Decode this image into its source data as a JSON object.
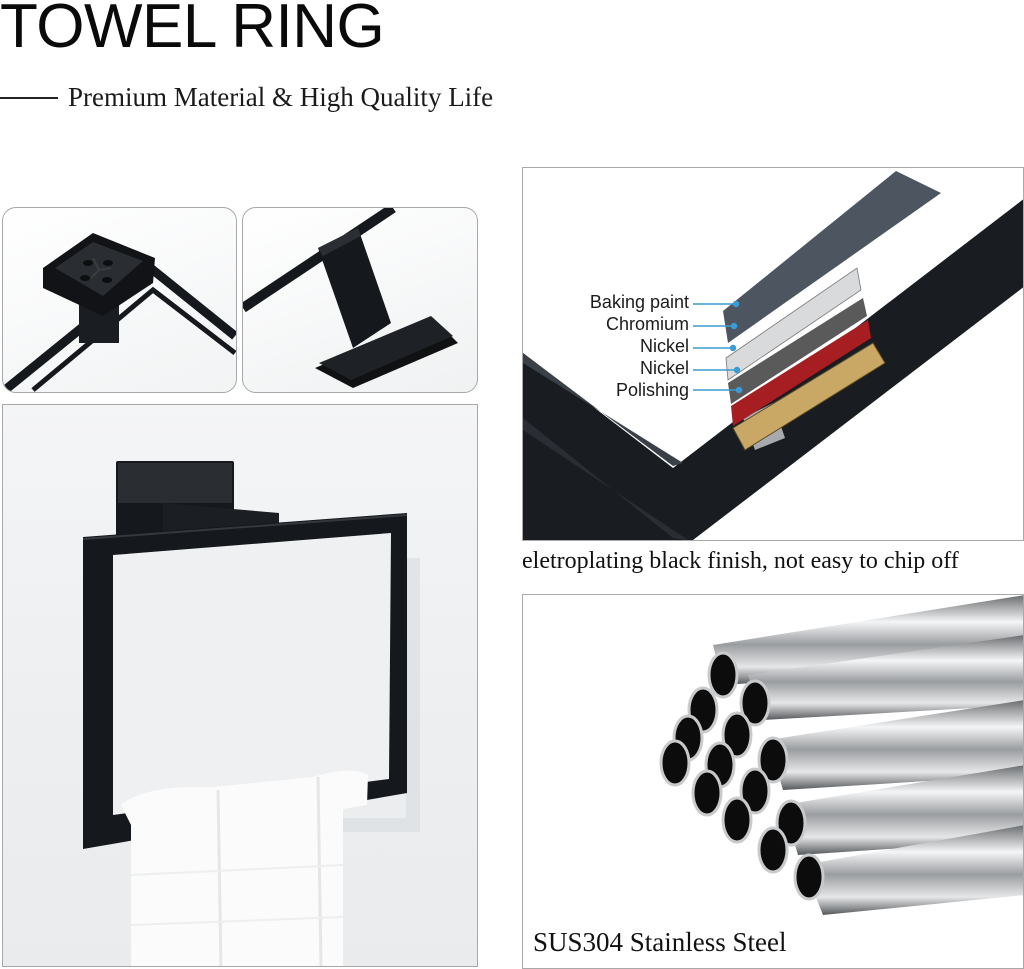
{
  "header": {
    "title": "TOWEL RING",
    "subtitle": "Premium Material & High Quality Life"
  },
  "panels": {
    "detail_top_mount": {
      "description": "close-up of square wall mount base with ring frame"
    },
    "detail_bottom_mount": {
      "description": "close-up of angled mounting plate"
    },
    "main_product": {
      "description": "black square towel ring mounted on wall with white towel"
    },
    "layers": {
      "labels": [
        "Baking paint",
        "Chromium",
        "Nickel",
        "Nickel",
        "Polishing"
      ],
      "caption": "eletroplating black finish, not easy to chip off",
      "layer_colors": [
        "#4d5560",
        "#d9dadb",
        "#5a5a5a",
        "#a61e22",
        "#c9a865"
      ],
      "leader_color": "#3b9bd4"
    },
    "steel": {
      "caption": "SUS304 Stainless Steel"
    }
  },
  "colors": {
    "frame_black": "#15181c",
    "panel_border": "#a8a8a8",
    "text": "#111111"
  }
}
